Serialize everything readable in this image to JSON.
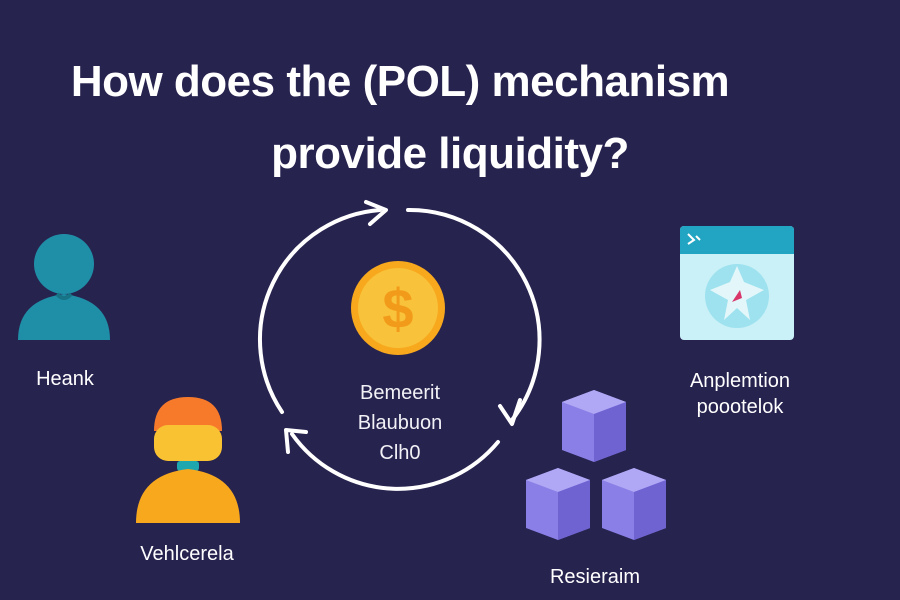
{
  "title": {
    "line1": "How does the (POL) mechanism",
    "line2": "provide liquidity?"
  },
  "cycle": {
    "coin_symbol": "$",
    "center_lines": [
      "Bemeerit",
      "Blaubuon",
      "Clh0"
    ]
  },
  "nodes": {
    "heank": {
      "label": "Heank",
      "icon": "user-icon",
      "color": "#1f8fa8"
    },
    "vehlcerela": {
      "label": "Vehlcerela",
      "icon": "worker-icon",
      "color": "#f6b12c"
    },
    "application": {
      "label_line1": "Anplemtion",
      "label_line2": "poootelok",
      "icon": "app-window-icon",
      "color": "#9ee2ef"
    },
    "resieraim": {
      "label": "Resieraim",
      "icon": "blocks-icon",
      "color": "#8a7fe6"
    }
  },
  "colors": {
    "background": "#27234f",
    "coin": "#f7b928",
    "arrows": "#ffffff"
  }
}
